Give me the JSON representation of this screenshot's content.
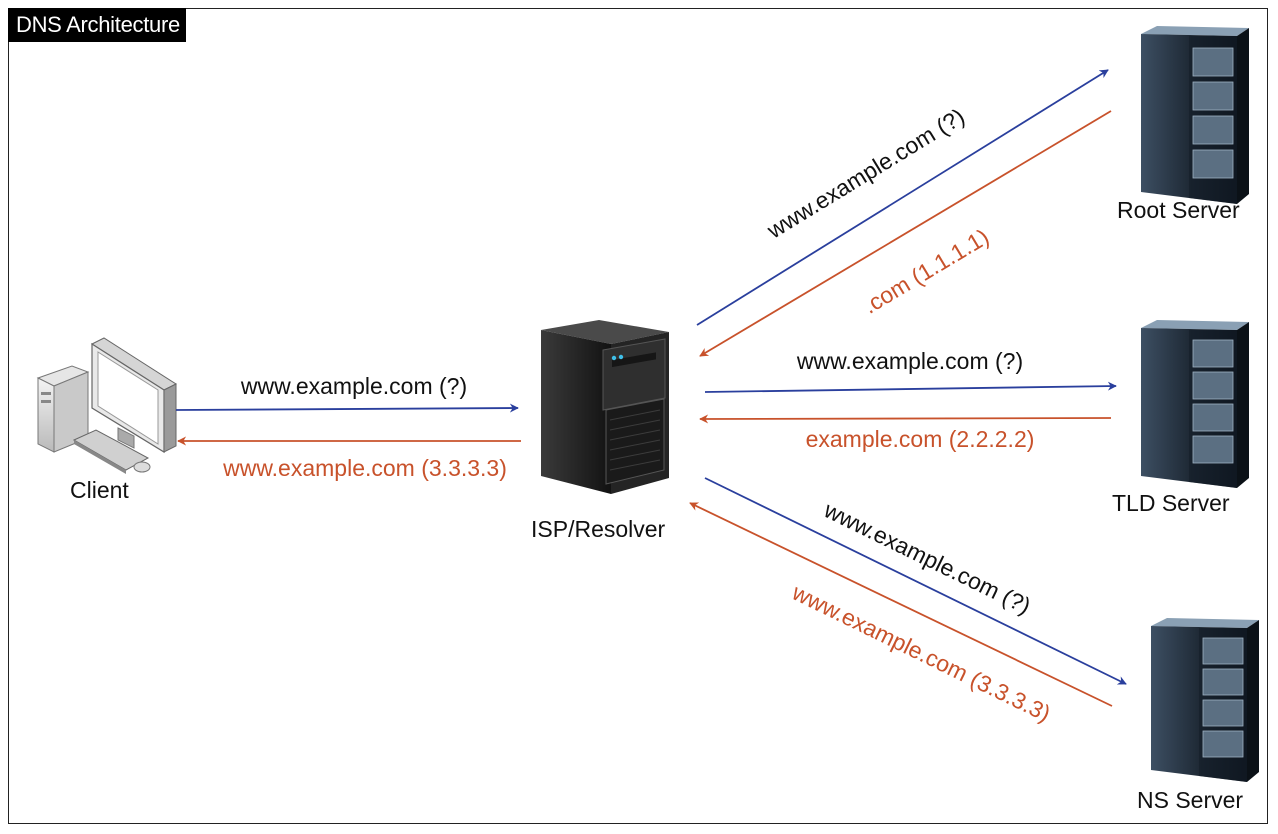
{
  "title": "DNS Architecture",
  "nodes": {
    "client": "Client",
    "resolver": "ISP/Resolver",
    "root": "Root Server",
    "tld": "TLD Server",
    "ns": "NS Server"
  },
  "edges": {
    "client_query": "www.example.com (?)",
    "client_answer": "www.example.com (3.3.3.3)",
    "root_query": "www.example.com (?)",
    "root_answer": ".com (1.1.1.1)",
    "tld_query": "www.example.com (?)",
    "tld_answer": "example.com (2.2.2.2)",
    "ns_query": "www.example.com (?)",
    "ns_answer": "www.example.com (3.3.3.3)"
  },
  "colors": {
    "query": "#2a3f9d",
    "answer": "#c8522b"
  }
}
